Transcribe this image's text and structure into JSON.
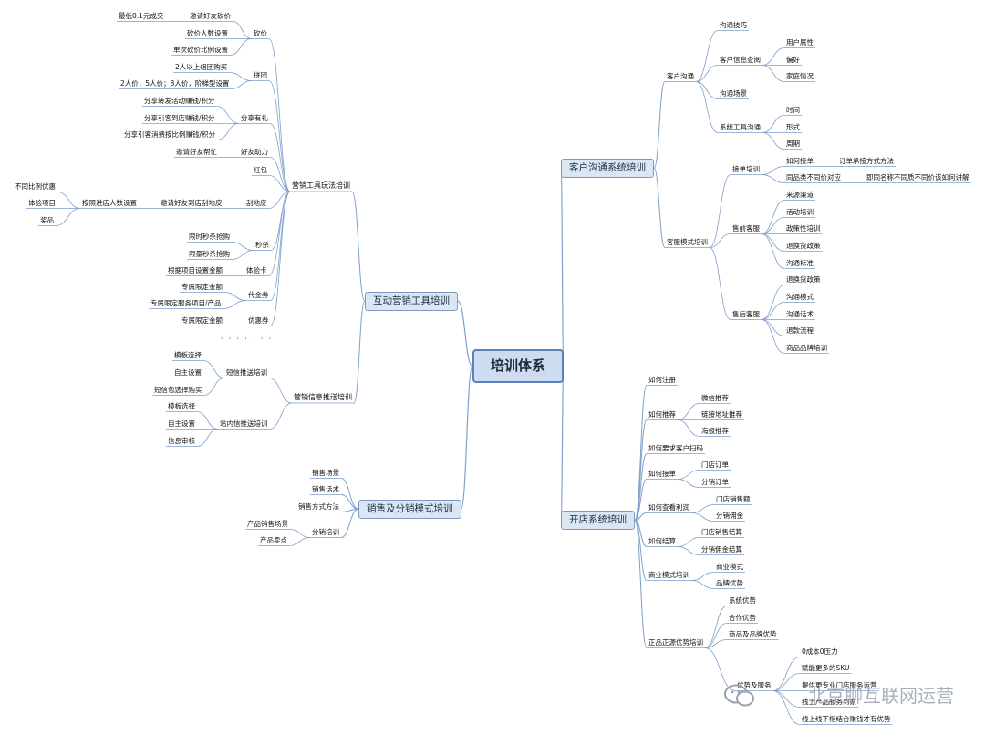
{
  "mindmap": {
    "root": {
      "label": "培训体系"
    },
    "top_left": {
      "label": "互动营销工具培训",
      "marketing_tools": {
        "label": "营销工具玩法培训",
        "kanjia": {
          "label": "砍价",
          "items": [
            "邀请好友砍价",
            "砍价人数设置",
            "单次砍价比例设置"
          ],
          "min_price": "最低0.1元成交"
        },
        "pintuan": {
          "label": "拼团",
          "items": [
            "2人以上组团购买",
            "2人价；5人价；8人价，阶梯型设置"
          ]
        },
        "share": {
          "label": "分享有礼",
          "items": [
            "分享转发活动赚钱/积分",
            "分享引客到店赚钱/积分",
            "分享引客消费按比例赚钱/积分"
          ]
        },
        "help": {
          "label": "好友助力",
          "items": [
            "邀请好友帮忙"
          ]
        },
        "hongbao": {
          "label": "红包"
        },
        "guadi": {
          "label": "刮地皮",
          "invite": "邀请好友到店刮地皮",
          "by_people": "按照进店人数设置",
          "items": [
            "不同比例优惠",
            "体验项目",
            "奖品"
          ]
        },
        "miaosha": {
          "label": "秒杀",
          "items": [
            "限时秒杀抢购",
            "限量秒杀抢购"
          ]
        },
        "tiyanka": {
          "label": "体验卡",
          "items": [
            "根据项目设置金额"
          ]
        },
        "daijin": {
          "label": "代金券",
          "items": [
            "专属限定金额",
            "专属限定服务项目/产品"
          ]
        },
        "youhui": {
          "label": "优惠券",
          "items": [
            "专属限定金额"
          ]
        },
        "more": "· · · · · · ·"
      },
      "message_push": {
        "label": "营销信息推送培训",
        "sms": {
          "label": "短信推送培训",
          "items": [
            "模板选择",
            "自主设置",
            "短信包选择购买"
          ]
        },
        "inbox": {
          "label": "站内信推送培训",
          "items": [
            "模板选择",
            "自主设置",
            "信息审核"
          ]
        }
      }
    },
    "bottom_left": {
      "label": "销售及分销模式培训",
      "items": [
        "销售场景",
        "销售话术",
        "销售方式方法"
      ],
      "distribution": {
        "label": "分销培训",
        "items": [
          "产品销售场景",
          "产品卖点"
        ]
      }
    },
    "top_right": {
      "label": "客户沟通系统培训",
      "customer_comm": {
        "label": "客户沟通",
        "skills": "沟通技巧",
        "info_query": {
          "label": "客户信息查阅",
          "items": [
            "用户属性",
            "偏好",
            "家庭情况"
          ]
        },
        "scene": "沟通场景",
        "system_tool": {
          "label": "系统工具沟通",
          "items": [
            "时间",
            "形式",
            "周期"
          ]
        }
      },
      "service_mode": {
        "label": "客服模式培训",
        "order": {
          "label": "接单培训",
          "how": "如何接单",
          "how_detail": "订单承接方式方法",
          "same_cat": "同品类不同价对应",
          "same_cat_detail": "即同名称不同质不同价该如何讲解"
        },
        "presale": {
          "label": "售前客服",
          "items": [
            "来源渠道",
            "活动培训",
            "政策性培训",
            "退换货政策",
            "沟通标准"
          ]
        },
        "aftersale": {
          "label": "售后客服",
          "items": [
            "退换货政策",
            "沟通模式",
            "沟通话术",
            "退款流程",
            "商品品牌培训"
          ]
        }
      }
    },
    "bottom_right": {
      "label": "开店系统培训",
      "register": "如何注册",
      "promote": {
        "label": "如何推荐",
        "items": [
          "微信推荐",
          "链接地址推荐",
          "海报推荐"
        ]
      },
      "scan": "如何要求客户扫码",
      "accept": {
        "label": "如何接单",
        "items": [
          "门店订单",
          "分销订单"
        ]
      },
      "profit": {
        "label": "如何查看利润",
        "items": [
          "门店销售额",
          "分销佣金"
        ]
      },
      "settle": {
        "label": "如何结算",
        "items": [
          "门店销售结算",
          "分销佣金结算"
        ]
      },
      "business": {
        "label": "商业模式培训",
        "items": [
          "商业模式",
          "品牌优势"
        ]
      },
      "advantage": {
        "label": "正品正源优势培训",
        "items": [
          "系统优势",
          "合作优势",
          "商品及品牌优势"
        ],
        "service": {
          "label": "优势及服务",
          "items": [
            "0成本0压力",
            "赋能更多的SKU",
            "提供更专业门店服务运营",
            "线上产品服务到家",
            "线上线下相结合赚钱才有优势"
          ]
        }
      }
    }
  },
  "watermark": "北京聊互联网运营",
  "colors": {
    "line": "#7e9fcc",
    "branch_fill": "#dbe6f4",
    "root_fill": "#cddcf0"
  }
}
